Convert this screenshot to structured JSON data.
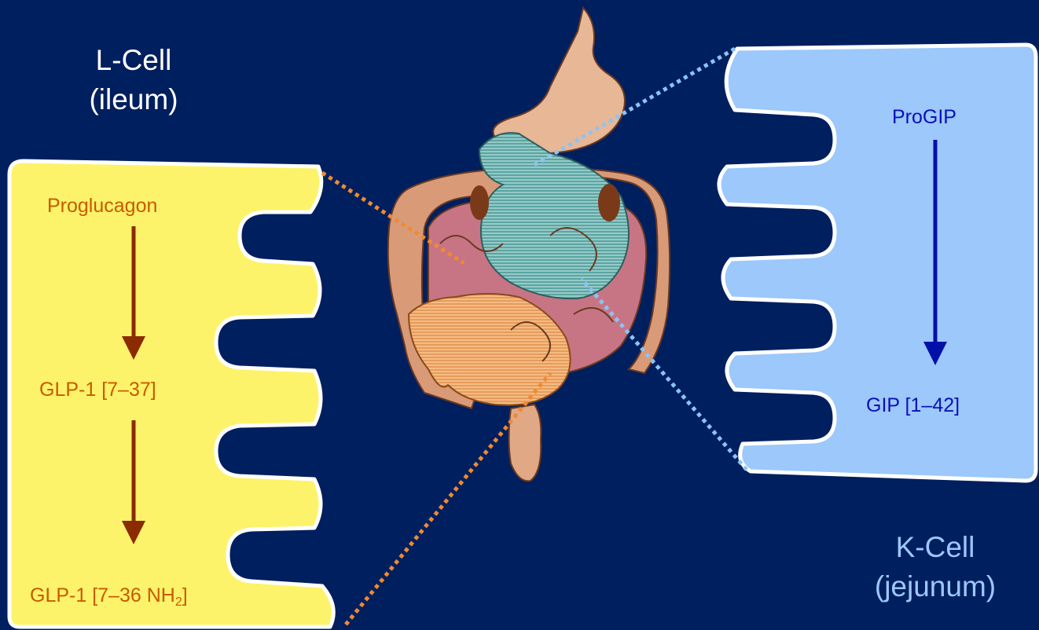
{
  "colors": {
    "background": "#001f5f",
    "l_cell_fill": "#fdf36a",
    "k_cell_fill": "#9cc8fb",
    "l_arrow": "#8b2b00",
    "k_arrow": "#0010a8",
    "l_text": "#c85a00",
    "k_text": "#0b10b8",
    "l_connector": "#f08a30",
    "k_connector": "#8cc4f4"
  },
  "l_cell": {
    "title_line1": "L-Cell",
    "title_line2": "(ileum)",
    "step1": "Proglucagon",
    "step2": "GLP-1 [7–37]",
    "step3_main": "GLP-1 [7–36 NH",
    "step3_sub": "2",
    "step3_close": "]"
  },
  "k_cell": {
    "title_line1": "K-Cell",
    "title_line2": "(jejunum)",
    "step1": "ProGIP",
    "step2": "GIP [1–42]"
  },
  "icons": {
    "gut": "digestive-tract-illustration"
  }
}
